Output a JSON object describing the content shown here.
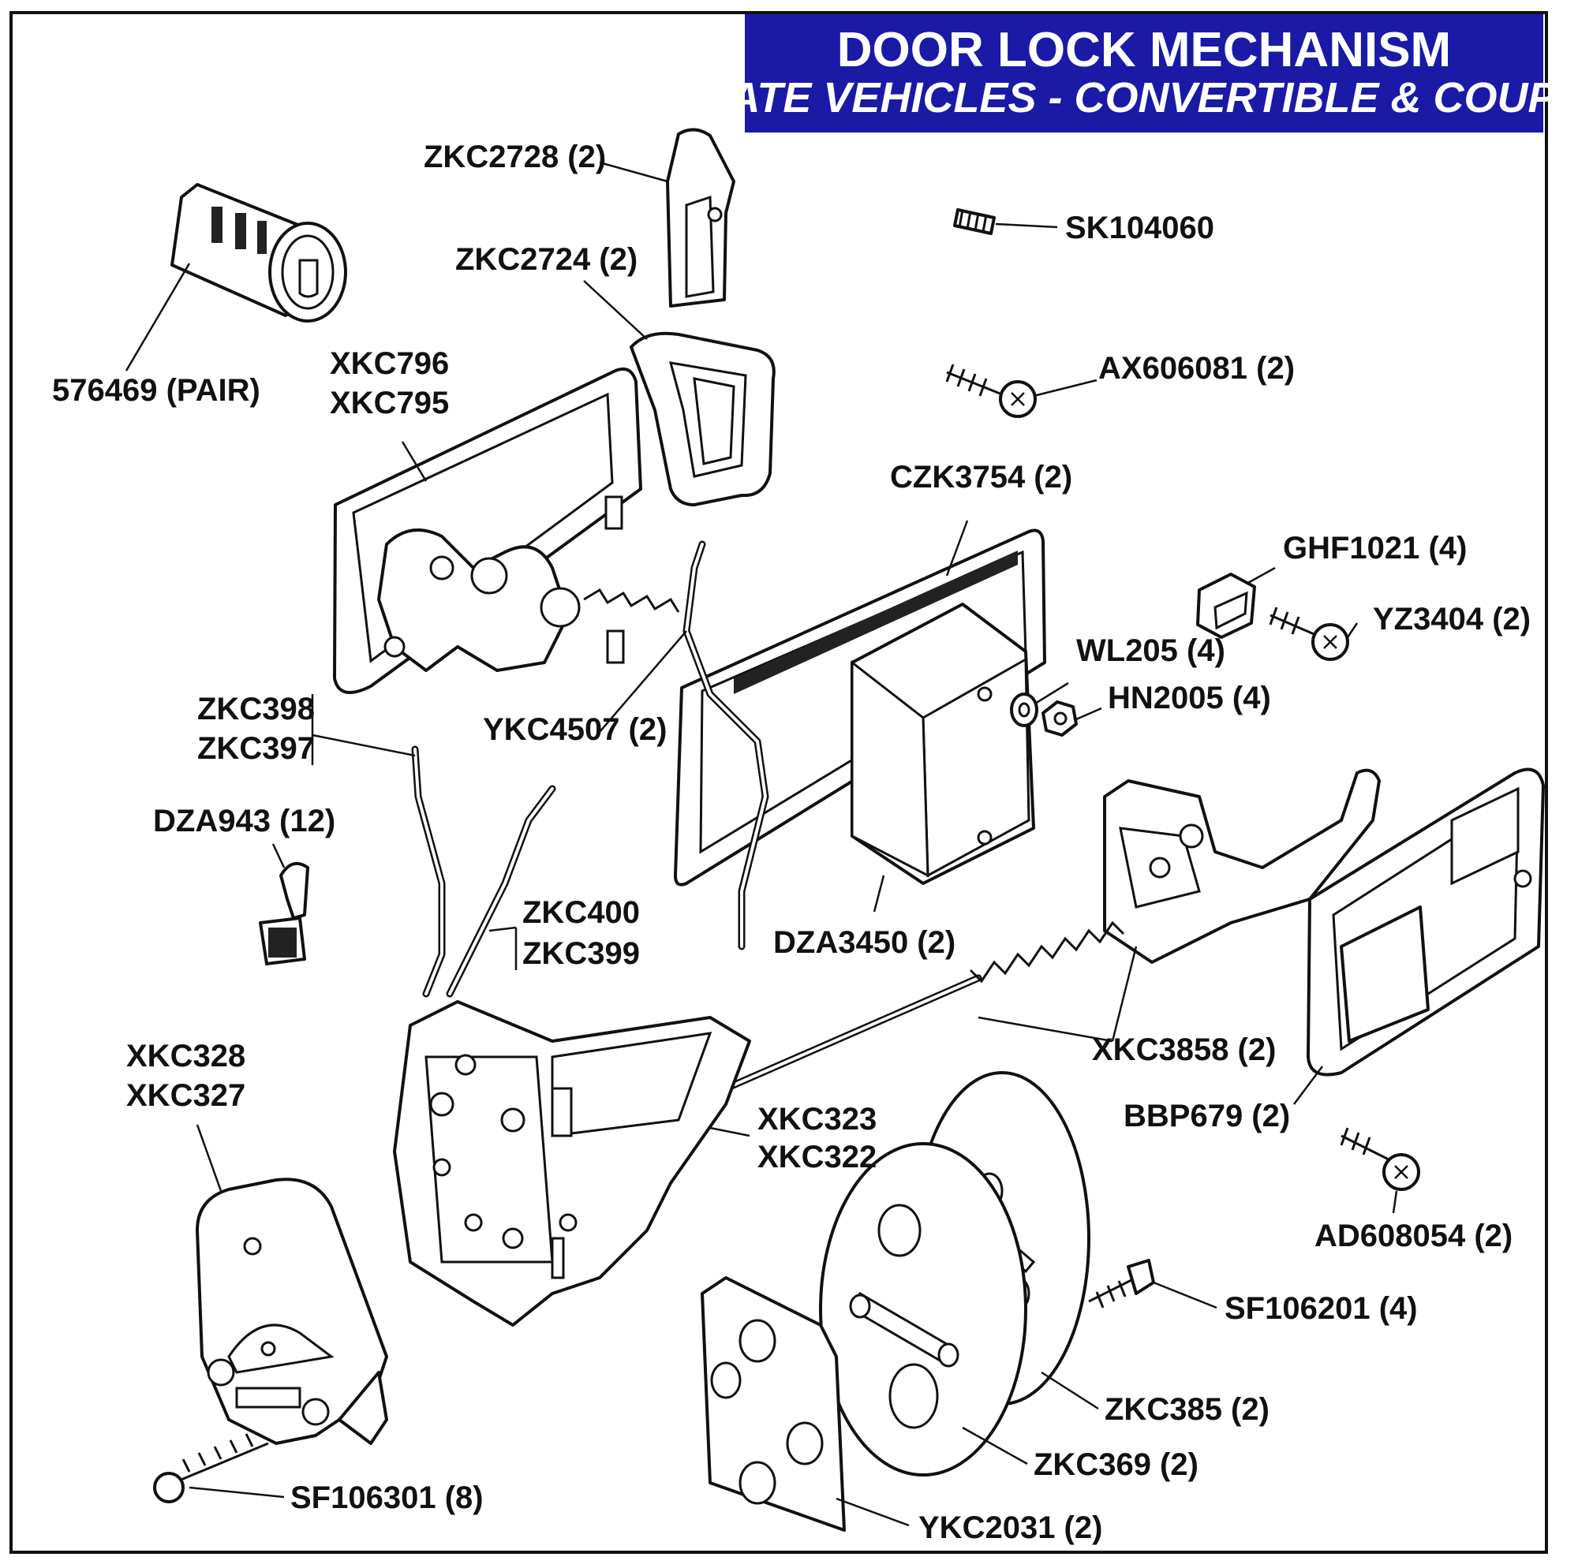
{
  "title": {
    "line1": "DOOR LOCK MECHANISM",
    "line2": "LATE VEHICLES - CONVERTIBLE & COUPE",
    "background_color": "#1a1aa6",
    "text_color": "#ffffff"
  },
  "parts": {
    "zkc2728": "ZKC2728 (2)",
    "sk104060": "SK104060",
    "zkc2724": "ZKC2724 (2)",
    "lock_barrel": "576469 (PAIR)",
    "xkc796": "XKC796",
    "xkc795": "XKC795",
    "ax606081": "AX606081 (2)",
    "czk3754": "CZK3754 (2)",
    "ghf1021": "GHF1021 (4)",
    "yz3404": "YZ3404 (2)",
    "wl205": "WL205 (4)",
    "hn2005": "HN2005 (4)",
    "zkc398": "ZKC398",
    "zkc397": "ZKC397",
    "ykc4507": "YKC4507 (2)",
    "dza943": "DZA943 (12)",
    "zkc400": "ZKC400",
    "zkc399": "ZKC399",
    "dza3450": "DZA3450 (2)",
    "xkc3858": "XKC3858 (2)",
    "xkc328": "XKC328",
    "xkc327": "XKC327",
    "bbp679": "BBP679 (2)",
    "xkc323": "XKC323",
    "xkc322": "XKC322",
    "ad608054": "AD608054 (2)",
    "sf106201": "SF106201 (4)",
    "zkc385": "ZKC385 (2)",
    "zkc369": "ZKC369 (2)",
    "sf106301": "SF106301 (8)",
    "ykc2031": "YKC2031 (2)"
  }
}
